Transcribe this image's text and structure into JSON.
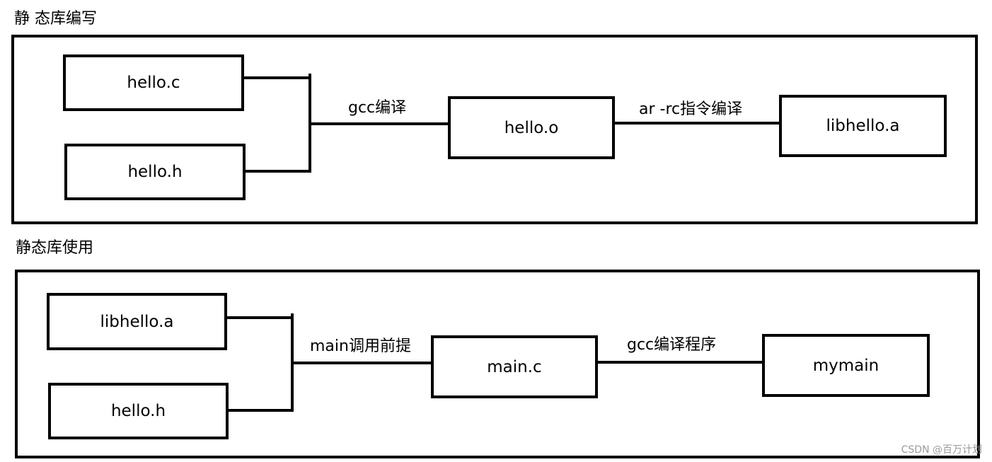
{
  "sections": {
    "build": {
      "title": "静 态库编写",
      "nodes": {
        "hello_c": "hello.c",
        "hello_h": "hello.h",
        "hello_o": "hello.o",
        "libhello_a": "libhello.a"
      },
      "edges": {
        "compile": "gcc编译",
        "archive": "ar -rc指令编译"
      }
    },
    "use": {
      "title": "静态库使用",
      "nodes": {
        "libhello_a": "libhello.a",
        "hello_h": "hello.h",
        "main_c": "main.c",
        "mymain": "mymain"
      },
      "edges": {
        "prereq": "main调用前提",
        "compile": "gcc编译程序"
      }
    }
  },
  "watermark": "CSDN @百万计划"
}
